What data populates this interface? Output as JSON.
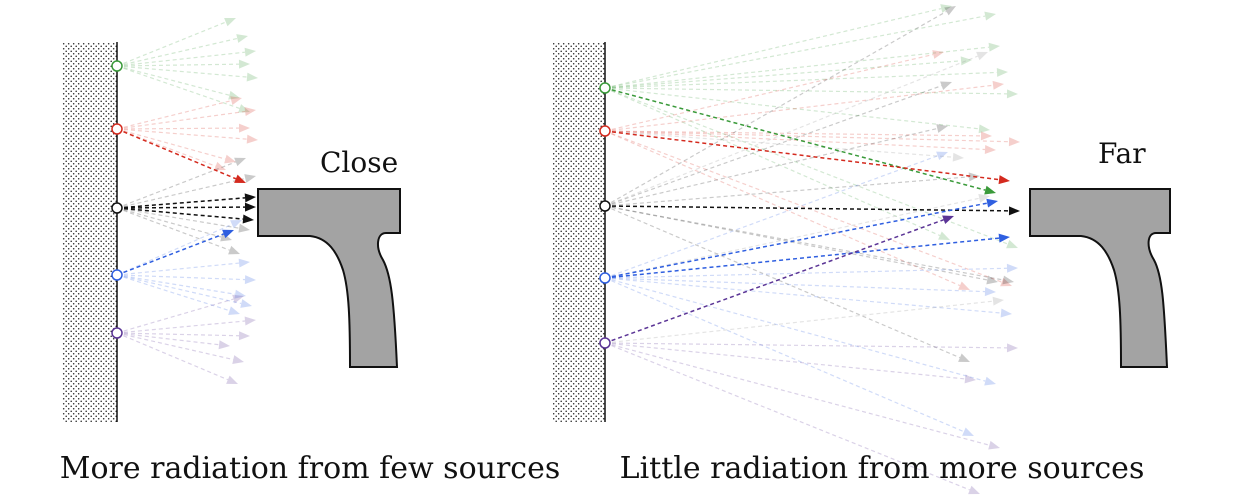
{
  "panels": [
    {
      "id": "left",
      "label": "Close",
      "caption": "More radiation from few sources"
    },
    {
      "id": "right",
      "label": "Far",
      "caption": "Little radiation from more sources"
    }
  ],
  "colors": {
    "green": "#3a9a3a",
    "red": "#d42a1e",
    "black": "#111111",
    "blue": "#2f5fe0",
    "purple": "#5b3596",
    "gun": "#a3a3a3"
  }
}
